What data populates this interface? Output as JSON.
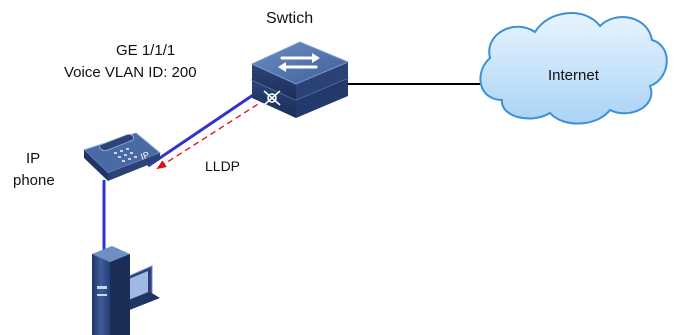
{
  "labels": {
    "switch": "Swtich",
    "port": "GE 1/1/1",
    "voice_vlan": "Voice VLAN ID: 200",
    "internet": "Internet",
    "ip_phone_line1": "IP",
    "ip_phone_line2": "phone",
    "lldp": "LLDP"
  },
  "colors": {
    "uplink": "#000000",
    "access_link": "#3333cc",
    "lldp_arrow": "#e01010",
    "cloud_fill": "#bfe0fa",
    "cloud_stroke": "#3d8fd6",
    "device_blue": "#3f5d99"
  }
}
